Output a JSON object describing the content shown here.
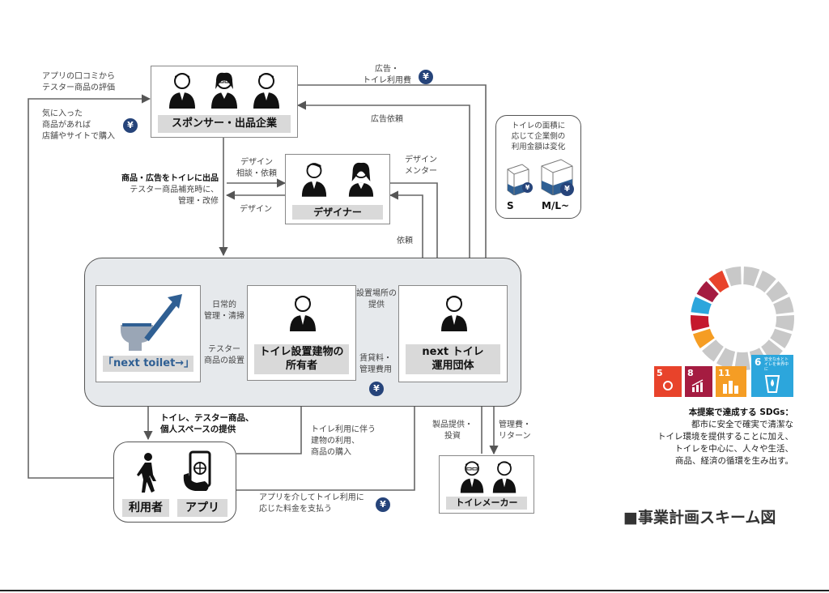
{
  "nodes": {
    "sponsor": "スポンサー・出品企業",
    "designer": "デザイナー",
    "toilet_product": "「next toilet→」",
    "owner_line1": "トイレ設置建物の",
    "owner_line2": "所有者",
    "operator_line1": "next トイレ",
    "operator_line2": "運用団体",
    "user": "利用者",
    "app": "アプリ",
    "maker": "トイレメーカー"
  },
  "edges": {
    "app_review_1": "アプリの口コミから",
    "app_review_2": "テスター商品の評価",
    "buy_1": "気に入った",
    "buy_2": "商品があれば",
    "buy_3": "店舗やサイトで購入",
    "ad_fee_1": "広告・",
    "ad_fee_2": "トイレ利用費",
    "ad_request": "広告依頼",
    "design_consult_1": "デザイン",
    "design_consult_2": "相談・依頼",
    "design_return": "デザイン",
    "design_mentor_1": "デザイン",
    "design_mentor_2": "メンター",
    "request": "依頼",
    "exhibit_bold": "商品・広告をトイレに出品",
    "exhibit_2": "テスター商品補充時に、",
    "exhibit_3": "管理・改修",
    "daily_1": "日常的",
    "daily_2": "管理・清掃",
    "tester_1": "テスター",
    "tester_2": "商品の設置",
    "site_1": "設置場所の",
    "site_2": "提供",
    "rent_1": "賃貸料・",
    "rent_2": "管理費用",
    "provide_1": "トイレ、テスター商品、",
    "provide_2": "個人スペースの提供",
    "building_use_1": "トイレ利用に伴う",
    "building_use_2": "建物の利用、",
    "building_use_3": "商品の購入",
    "pay_1": "アプリを介してトイレ利用に",
    "pay_2": "応じた料金を支払う",
    "supply_1": "製品提供・",
    "supply_2": "投資",
    "fee_return_1": "管理費・",
    "fee_return_2": "リターン"
  },
  "yen_symbol": "¥",
  "size_note": {
    "line1": "トイレの面積に",
    "line2": "応じて企業側の",
    "line3": "利用金額は変化",
    "small": "S",
    "large": "M/L~"
  },
  "sdgs": {
    "goal5": "5",
    "goal8": "8",
    "goal11": "11",
    "goal6": "6",
    "goal6_text": "安全な水とトイレを世界中に",
    "title": "本提案で達成する SDGs：",
    "desc1": "都市に安全で確実で清潔な",
    "desc2": "トイレ環境を提供することに加え、",
    "desc3": "トイレを中心に、人々や生活、",
    "desc4": "商品、経済の循環を生み出す。"
  },
  "page_title": "■事業計画スキーム図",
  "colors": {
    "accent_blue": "#2f5f93",
    "yen_bg": "#26447a",
    "panel_bg": "#e6e9ec",
    "label_bg": "#d9d9d9"
  }
}
